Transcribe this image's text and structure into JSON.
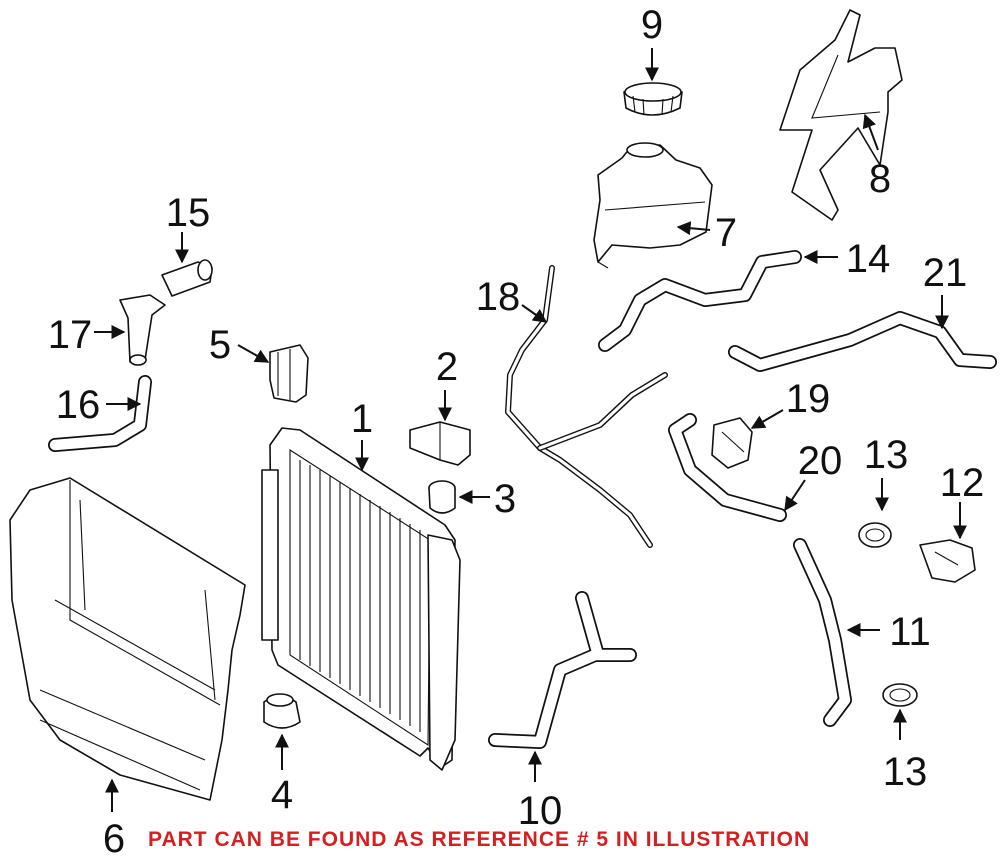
{
  "diagram": {
    "callouts": [
      "1",
      "2",
      "3",
      "4",
      "5",
      "6",
      "7",
      "8",
      "9",
      "10",
      "11",
      "12",
      "13",
      "13",
      "14",
      "15",
      "16",
      "17",
      "18",
      "19",
      "20",
      "21"
    ]
  },
  "footer": {
    "note": "PART CAN BE FOUND AS REFERENCE # 5 IN ILLUSTRATION"
  },
  "colors": {
    "note_text": "#d42020",
    "line_art": "#111111",
    "background": "#ffffff"
  }
}
